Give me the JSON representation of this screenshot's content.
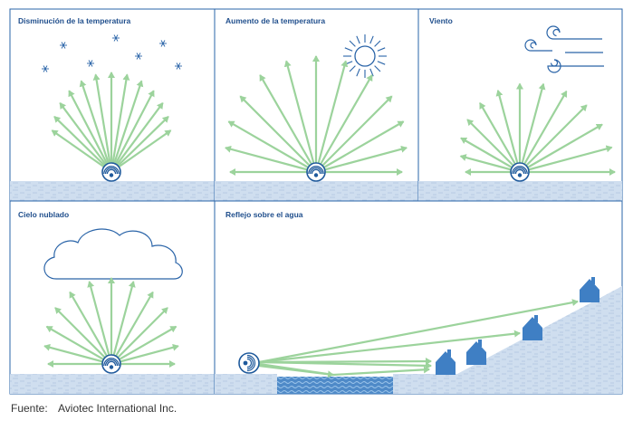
{
  "panels": [
    {
      "id": "p1",
      "title": "Disminución de la temperatura"
    },
    {
      "id": "p2",
      "title": "Aumento de la temperatura"
    },
    {
      "id": "p3",
      "title": "Viento"
    },
    {
      "id": "p4",
      "title": "Cielo nublado"
    },
    {
      "id": "p5",
      "title": "Reflejo sobre el agua"
    }
  ],
  "source": {
    "label": "Fuente:",
    "text": "Aviotec International Inc."
  },
  "colors": {
    "border": "#2a64a8",
    "arrow": "#9cd39c",
    "ground": "#c8d9ec",
    "water": "#5f97cf",
    "house": "#3f7fc4",
    "icon": "#1f5a9c"
  }
}
